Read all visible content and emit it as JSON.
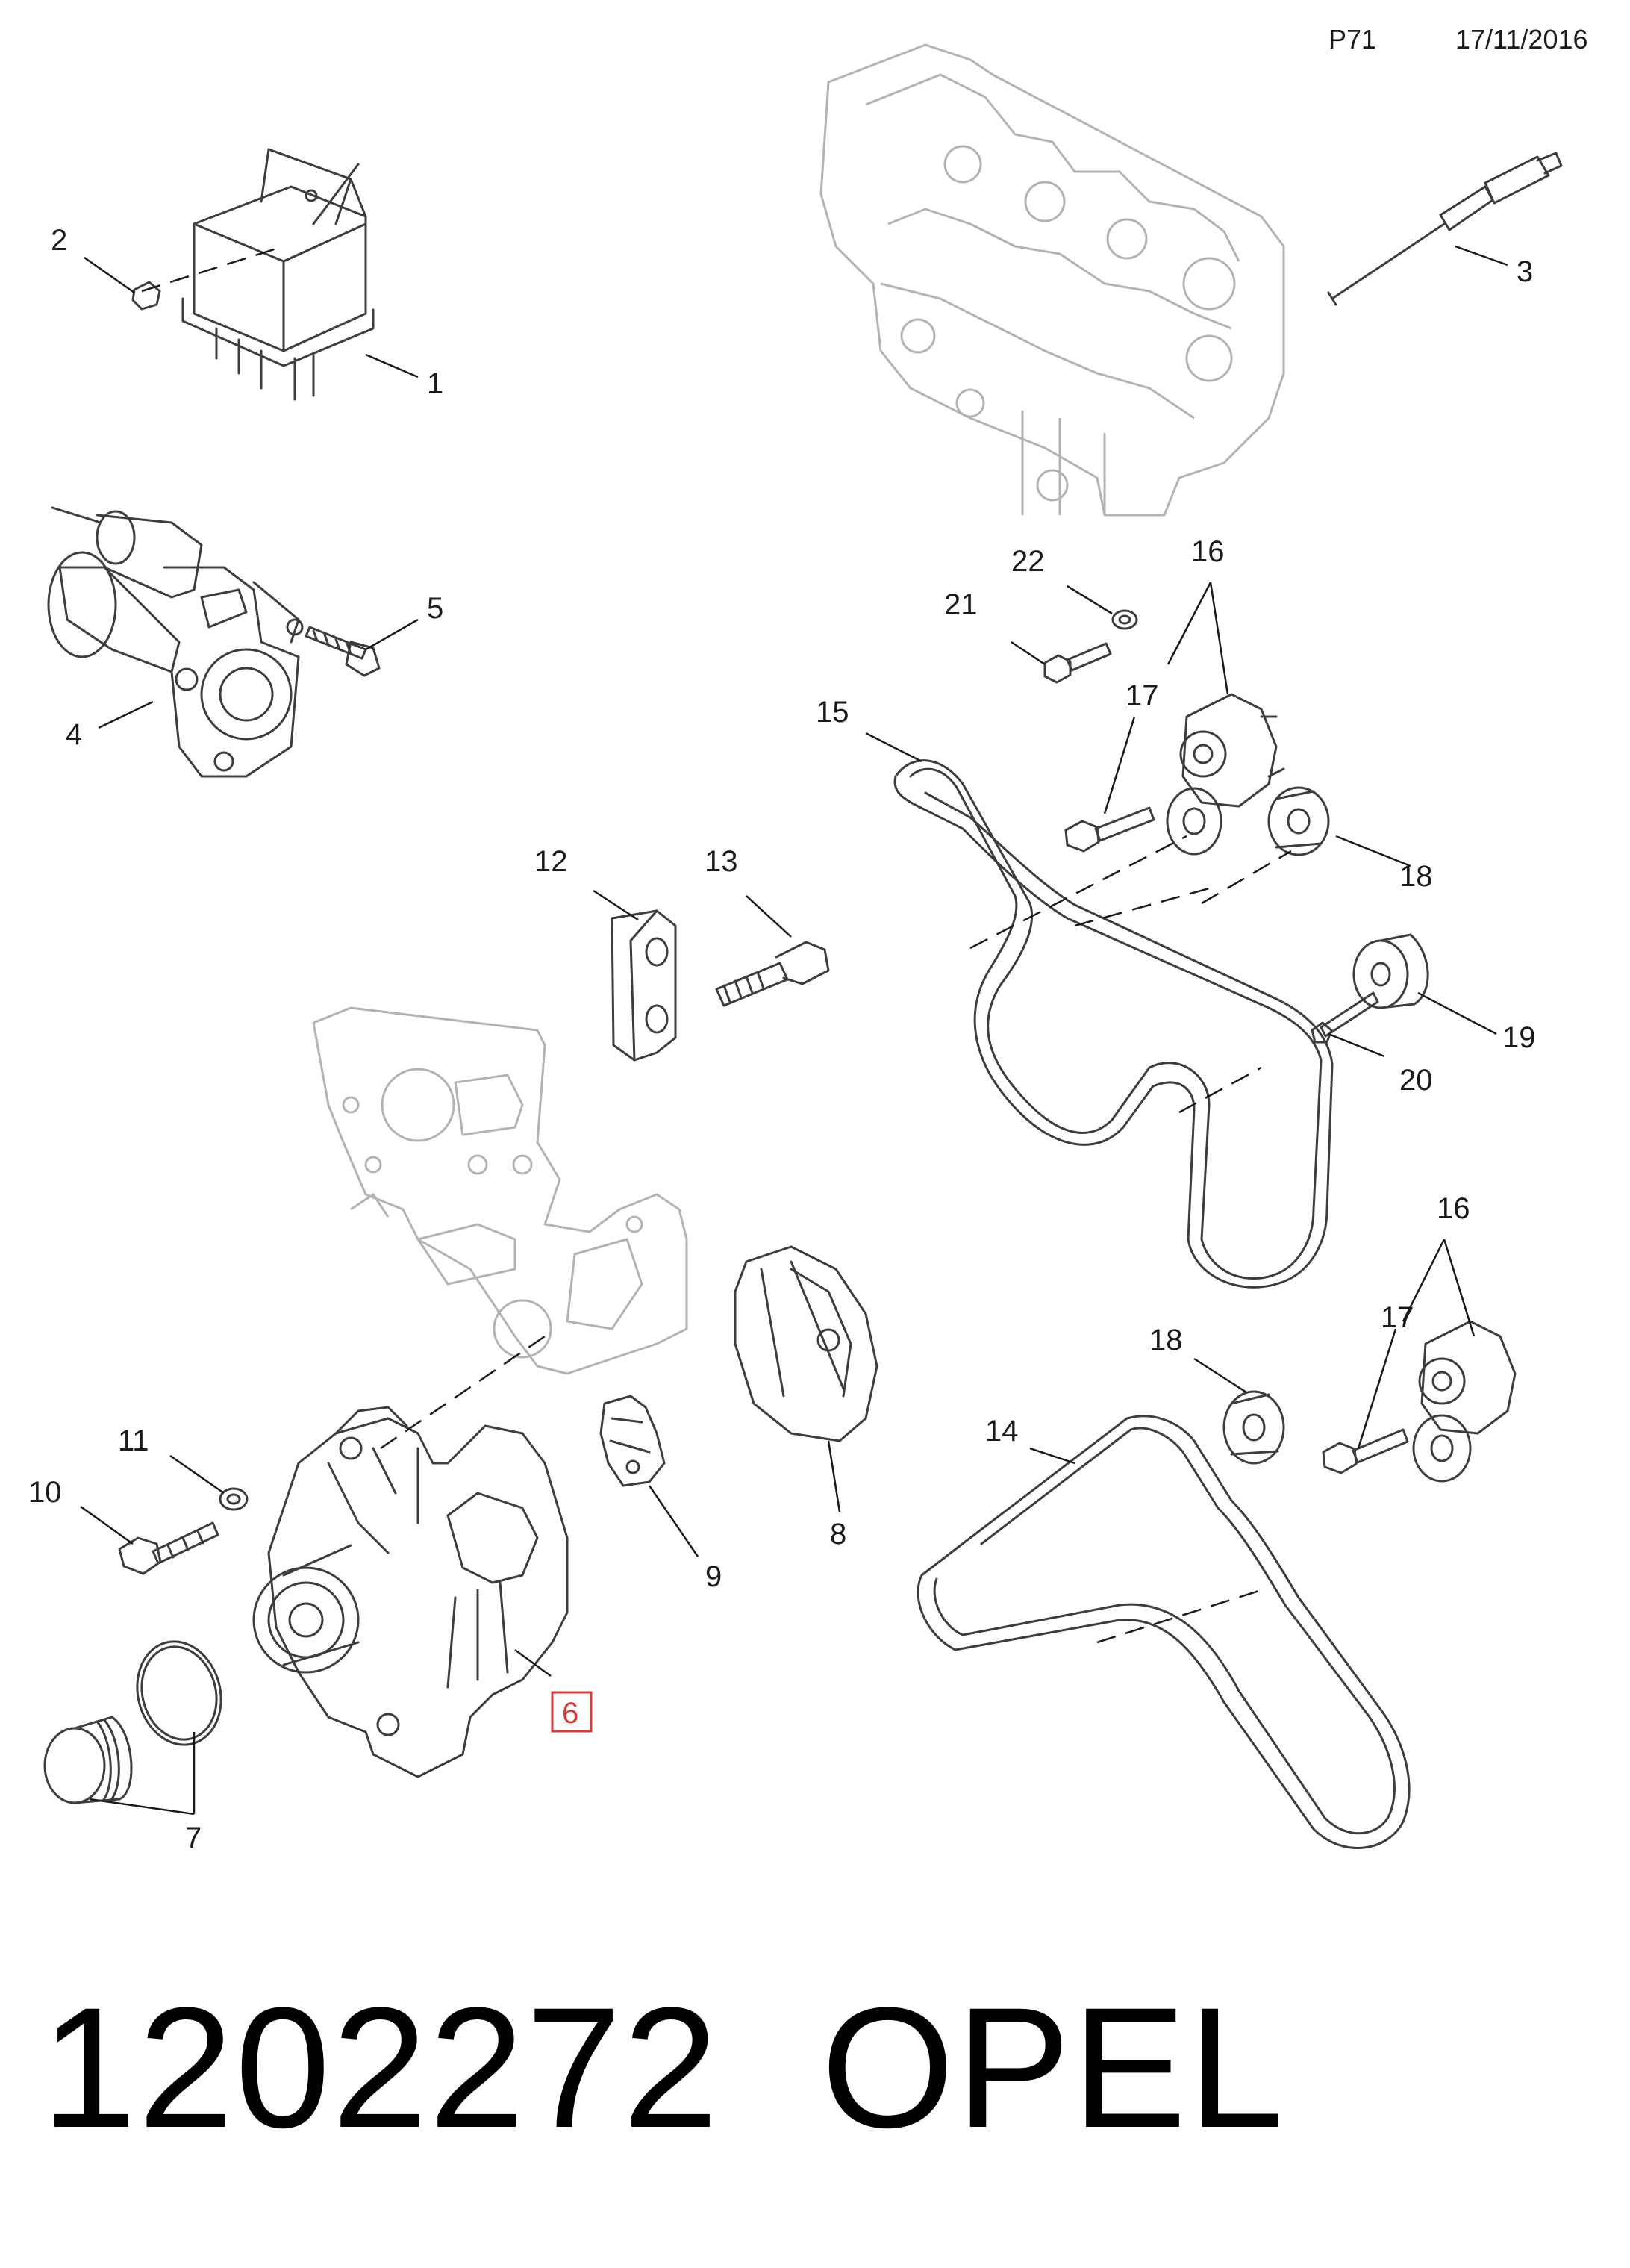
{
  "header": {
    "code": "P71",
    "date": "17/11/2016"
  },
  "callouts": [
    {
      "id": "c1",
      "number": "1"
    },
    {
      "id": "c2",
      "number": "2"
    },
    {
      "id": "c3",
      "number": "3"
    },
    {
      "id": "c4",
      "number": "4"
    },
    {
      "id": "c5",
      "number": "5"
    },
    {
      "id": "c6",
      "number": "6",
      "highlighted": true
    },
    {
      "id": "c7",
      "number": "7"
    },
    {
      "id": "c8",
      "number": "8"
    },
    {
      "id": "c9",
      "number": "9"
    },
    {
      "id": "c10",
      "number": "10"
    },
    {
      "id": "c11",
      "number": "11"
    },
    {
      "id": "c12",
      "number": "12"
    },
    {
      "id": "c13",
      "number": "13"
    },
    {
      "id": "c14",
      "number": "14"
    },
    {
      "id": "c15",
      "number": "15"
    },
    {
      "id": "c16a",
      "number": "16"
    },
    {
      "id": "c16b",
      "number": "16"
    },
    {
      "id": "c17a",
      "number": "17"
    },
    {
      "id": "c17b",
      "number": "17"
    },
    {
      "id": "c18a",
      "number": "18"
    },
    {
      "id": "c18b",
      "number": "18"
    },
    {
      "id": "c19",
      "number": "19"
    },
    {
      "id": "c20",
      "number": "20"
    },
    {
      "id": "c21",
      "number": "21"
    },
    {
      "id": "c22",
      "number": "22"
    }
  ],
  "footer": {
    "part_number": "1202272",
    "brand": "OPEL"
  },
  "colors": {
    "line": "#3d3d3d",
    "light_line": "#b3b3b3",
    "highlight": "#d23c3c"
  }
}
